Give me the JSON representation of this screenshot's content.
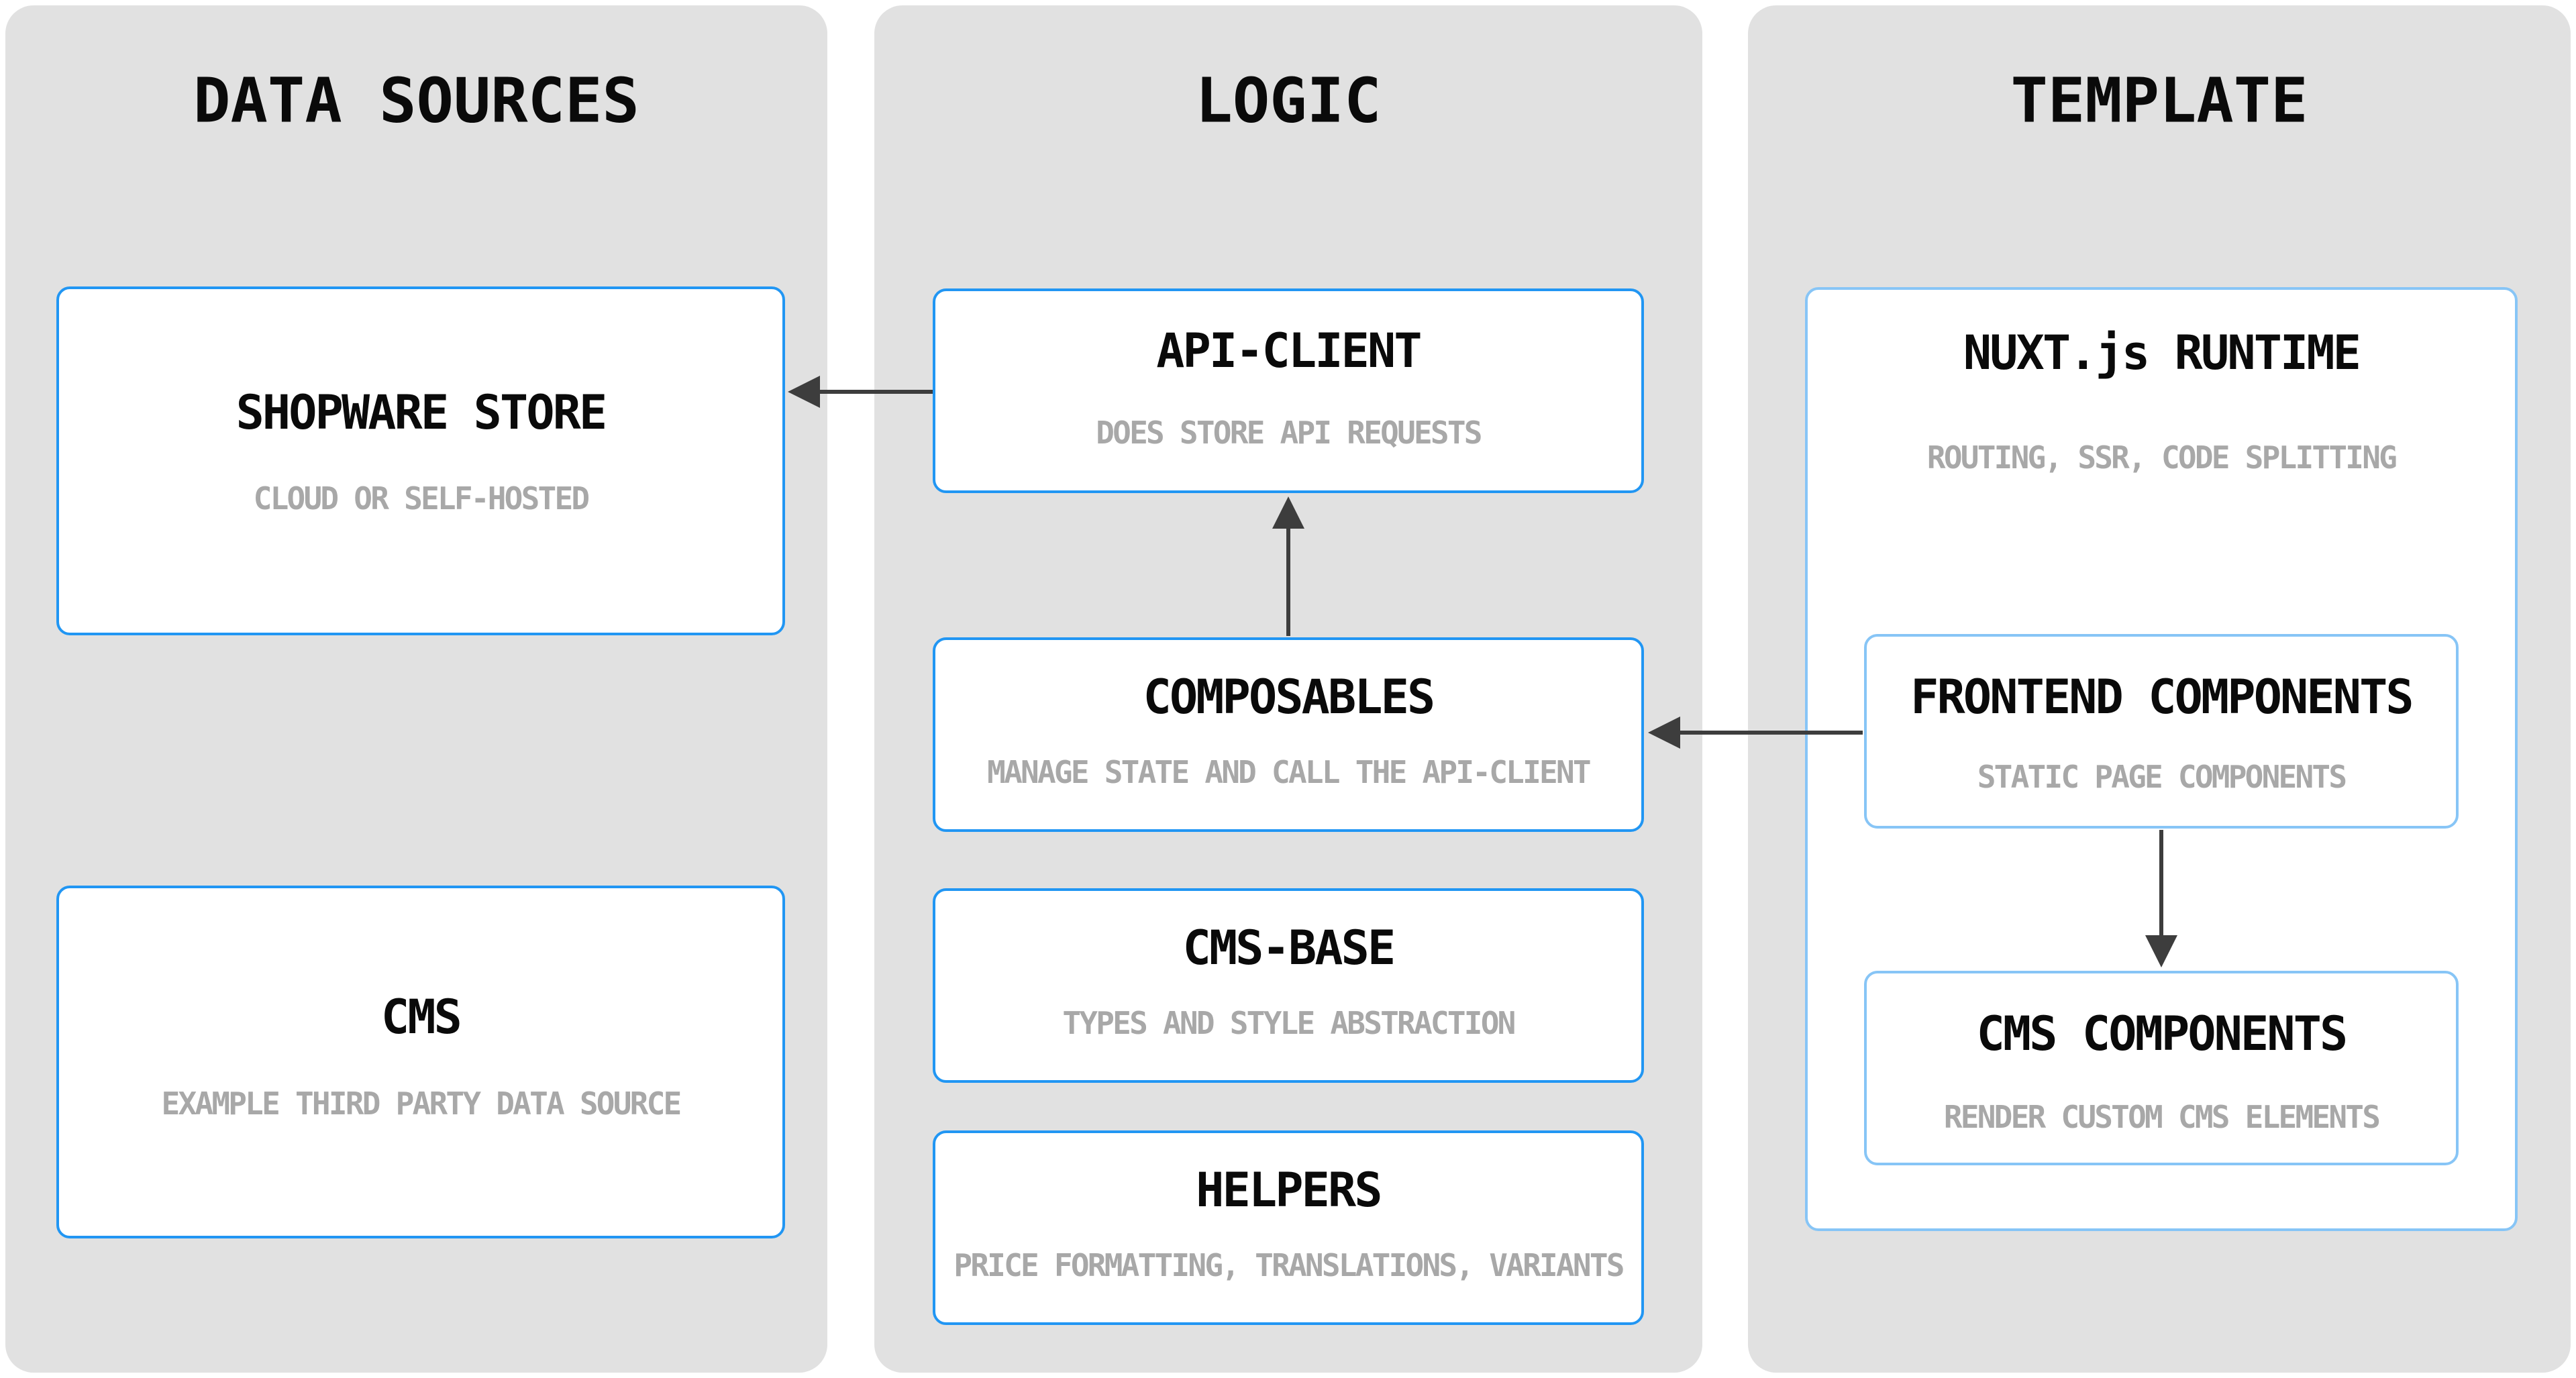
{
  "diagram": {
    "columns": [
      {
        "id": "data-sources",
        "title": "DATA SOURCES",
        "boxes": [
          {
            "title": "SHOPWARE STORE",
            "subtitle": "CLOUD OR SELF-HOSTED"
          },
          {
            "title": "CMS",
            "subtitle": "EXAMPLE THIRD PARTY DATA SOURCE"
          }
        ]
      },
      {
        "id": "logic",
        "title": "LOGIC",
        "boxes": [
          {
            "title": "API-CLIENT",
            "subtitle": "DOES STORE API REQUESTS"
          },
          {
            "title": "COMPOSABLES",
            "subtitle": "MANAGE STATE AND CALL THE API-CLIENT"
          },
          {
            "title": "CMS-BASE",
            "subtitle": "TYPES AND STYLE ABSTRACTION"
          },
          {
            "title": "HELPERS",
            "subtitle": "PRICE FORMATTING, TRANSLATIONS, VARIANTS"
          }
        ]
      },
      {
        "id": "template",
        "title": "TEMPLATE",
        "runtime": {
          "title": "NUXT.js RUNTIME",
          "subtitle": "ROUTING, SSR, CODE SPLITTING"
        },
        "boxes": [
          {
            "title": "FRONTEND COMPONENTS",
            "subtitle": "STATIC PAGE COMPONENTS"
          },
          {
            "title": "CMS COMPONENTS",
            "subtitle": "RENDER CUSTOM CMS ELEMENTS"
          }
        ]
      }
    ],
    "colors": {
      "panel_background": "#e1e1e1",
      "box_border_strong": "#2196f3",
      "box_border_light": "#87c5f6",
      "title_text": "#0a0a0a",
      "subtitle_text": "#a8a8a8",
      "arrow": "#3d3d3d"
    }
  }
}
